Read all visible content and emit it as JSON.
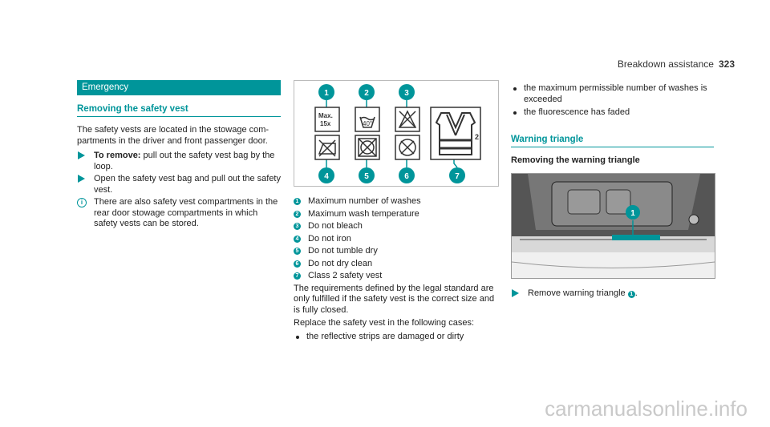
{
  "header": {
    "title": "Breakdown assistance",
    "page": "323"
  },
  "col1": {
    "section": "Emergency",
    "subheading": "Removing the safety vest",
    "intro": "The safety vests are located in the stowage com- partments in the driver and front passenger door.",
    "step1_bold": "To remove:",
    "step1_text": " pull out the safety vest bag by the loop.",
    "step2_text": "Open the safety vest bag and pull out the safety vest.",
    "note": "There are also safety vest compartments in the rear door stowage compartments in which safety vests can be stored."
  },
  "col2": {
    "figure": {
      "badge_labels": [
        "1",
        "2",
        "3",
        "4",
        "5",
        "6",
        "7"
      ],
      "symbol_max": "Max.",
      "symbol_15x": "15x",
      "symbol_temp": "40°",
      "vest_class": "2"
    },
    "legend": [
      {
        "num": "1",
        "text": "Maximum number of washes"
      },
      {
        "num": "2",
        "text": "Maximum wash temperature"
      },
      {
        "num": "3",
        "text": "Do not bleach"
      },
      {
        "num": "4",
        "text": "Do not iron"
      },
      {
        "num": "5",
        "text": "Do not tumble dry"
      },
      {
        "num": "6",
        "text": "Do not dry clean"
      },
      {
        "num": "7",
        "text": "Class 2 safety vest"
      }
    ],
    "requirements": "The requirements defined by the legal standard are only fulfilled if the safety vest is the correct size and is fully closed.",
    "replace_intro": "Replace the safety vest in the following cases:",
    "bullet1": "the reflective strips are damaged or dirty"
  },
  "col3": {
    "bullet2": "the maximum permissible number of washes is exceeded",
    "bullet3": "the fluorescence has faded",
    "subheading": "Warning triangle",
    "subheading2": "Removing the warning triangle",
    "photo_badge": "1",
    "step_text": "Remove warning triangle ",
    "step_num": "1",
    "step_end": "."
  },
  "watermark": "carmanualsonline.info",
  "colors": {
    "accent": "#00959a"
  }
}
